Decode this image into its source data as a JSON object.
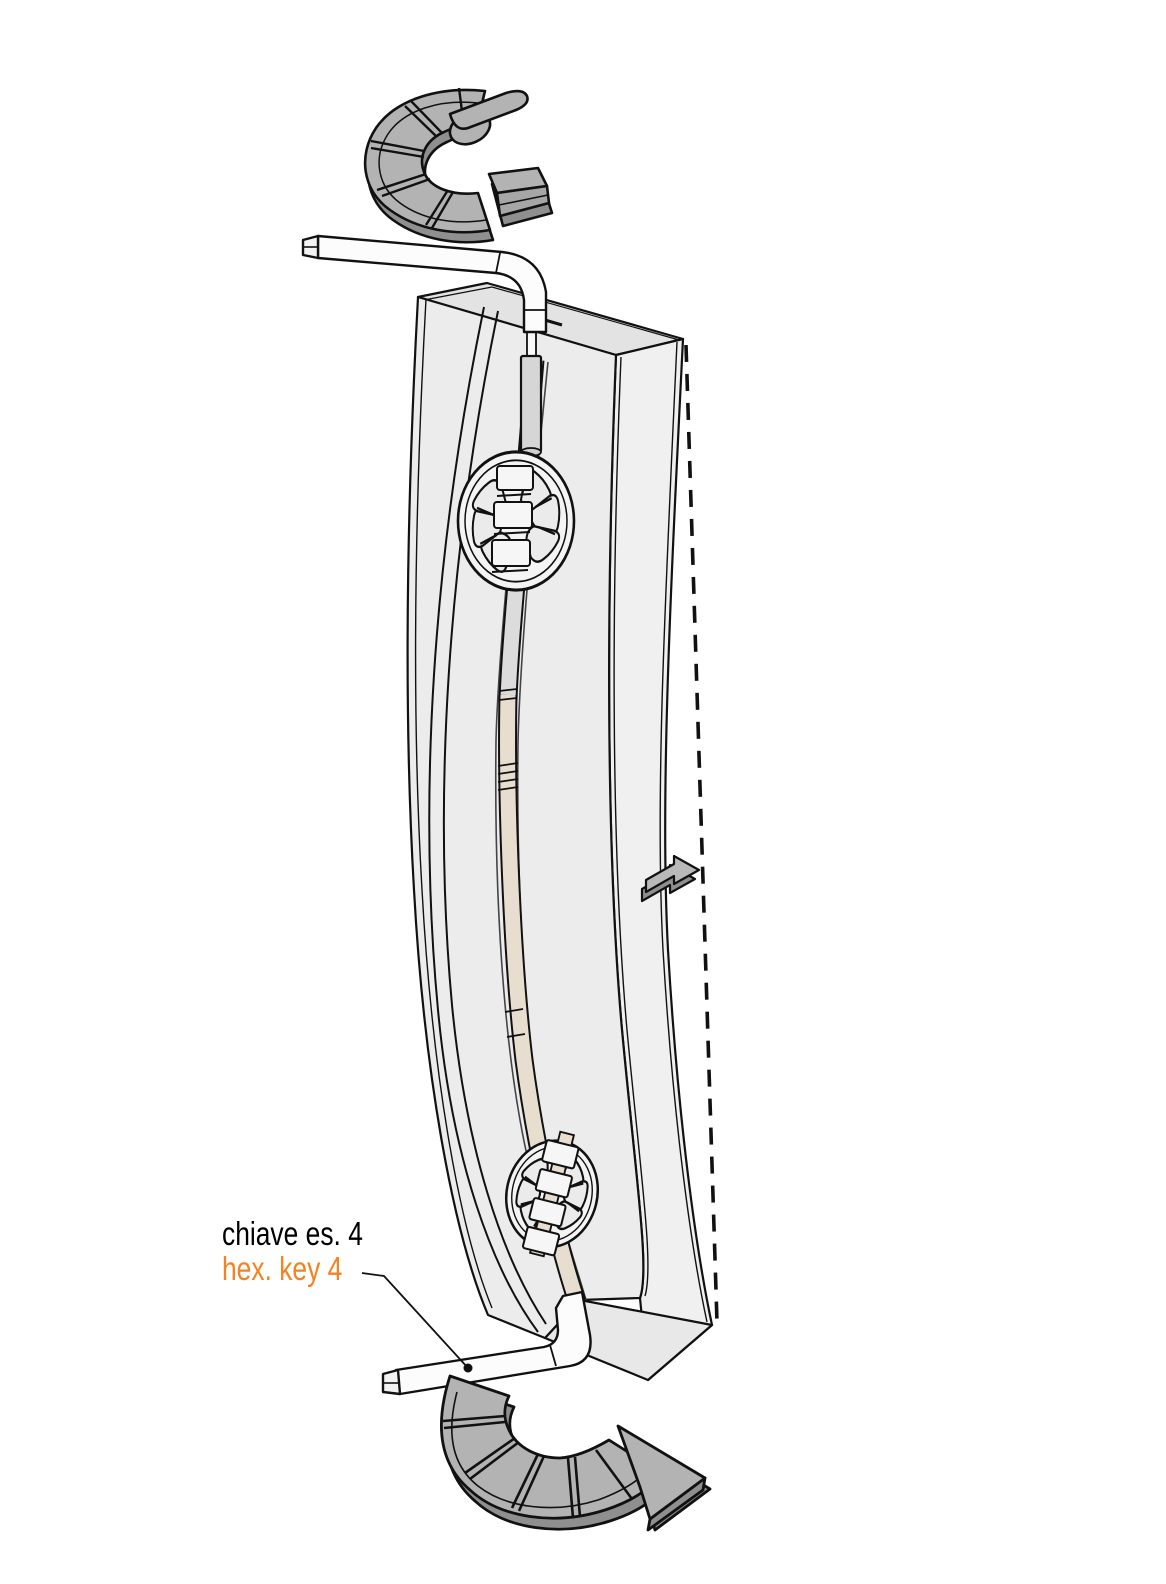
{
  "callout": {
    "label_italian": "chiave es. 4",
    "label_english": "hex. key 4"
  },
  "icons": {
    "rotation_arrow_top": "segmented-curved-arrow-counterclockwise",
    "rotation_arrow_bottom": "segmented-curved-arrow-clockwise",
    "direction_arrow_middle": "block-arrow-up-right",
    "dashed_line": "straightened-panel-target-position"
  },
  "colors": {
    "accent_orange": "#F58220",
    "label_black": "#000000",
    "arrow_gray": "#B3B3B3",
    "arrow_gray_dark": "#8F8F8F",
    "panel_face": "#ECECEC",
    "panel_top": "#E3E3E3",
    "panel_side": "#F0F0F0",
    "rod_gray": "#DCDCDC",
    "rod_beige": "#E7DECF",
    "outline": "#111111"
  }
}
